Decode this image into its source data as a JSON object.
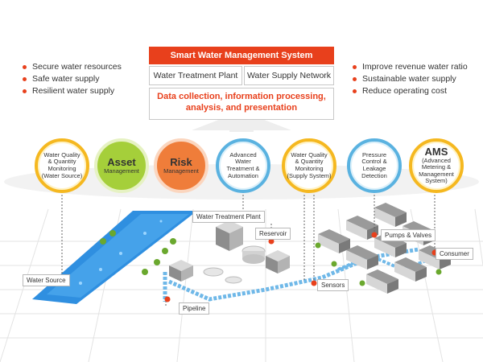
{
  "system": {
    "title": "Smart Water Management System",
    "box_left": "Water Treatment Plant",
    "box_right": "Water Supply Network",
    "data_line1": "Data collection, information processing,",
    "data_line2": "analysis, and presentation"
  },
  "left_bullets": [
    "Secure water resources",
    "Safe water supply",
    "Resilient water supply"
  ],
  "right_bullets": [
    "Improve revenue water ratio",
    "Sustainable water supply",
    "Reduce operating  cost"
  ],
  "circles": [
    {
      "lines": [
        "Water Quality",
        "& Quantity",
        "Monitoring",
        "(Water Source)"
      ],
      "style": "yellow"
    },
    {
      "big": "Asset",
      "sub": "Management",
      "style": "green"
    },
    {
      "big": "Risk",
      "sub": "Management",
      "style": "orange"
    },
    {
      "lines": [
        "Advanced",
        "Water",
        "Treatment &",
        "Automation"
      ],
      "style": "blue"
    },
    {
      "lines": [
        "Water Quality",
        "& Quantity",
        "Monitoring",
        "(Supply System)"
      ],
      "style": "yellow"
    },
    {
      "lines": [
        "Pressure",
        "Control &",
        "Leakage",
        "Detection"
      ],
      "style": "blue"
    },
    {
      "big": "AMS",
      "lines": [
        "(Advanced",
        "Metering &",
        "Management",
        "System)"
      ],
      "style": "yellow"
    }
  ],
  "labels": {
    "water_treatment_plant": "Water Treatment Plant",
    "reservoir": "Reservoir",
    "pumps_valves": "Pumps & Valves",
    "consumer": "Consumer",
    "water_source": "Water Source",
    "sensors": "Sensors",
    "pipeline": "Pipeline"
  },
  "colors": {
    "accent_orange": "#e8401c",
    "yellow": "#f5b820",
    "green": "#a5cf3a",
    "orange": "#ef7d3a",
    "blue": "#5ab2e0",
    "water": "#2f8fe0"
  }
}
